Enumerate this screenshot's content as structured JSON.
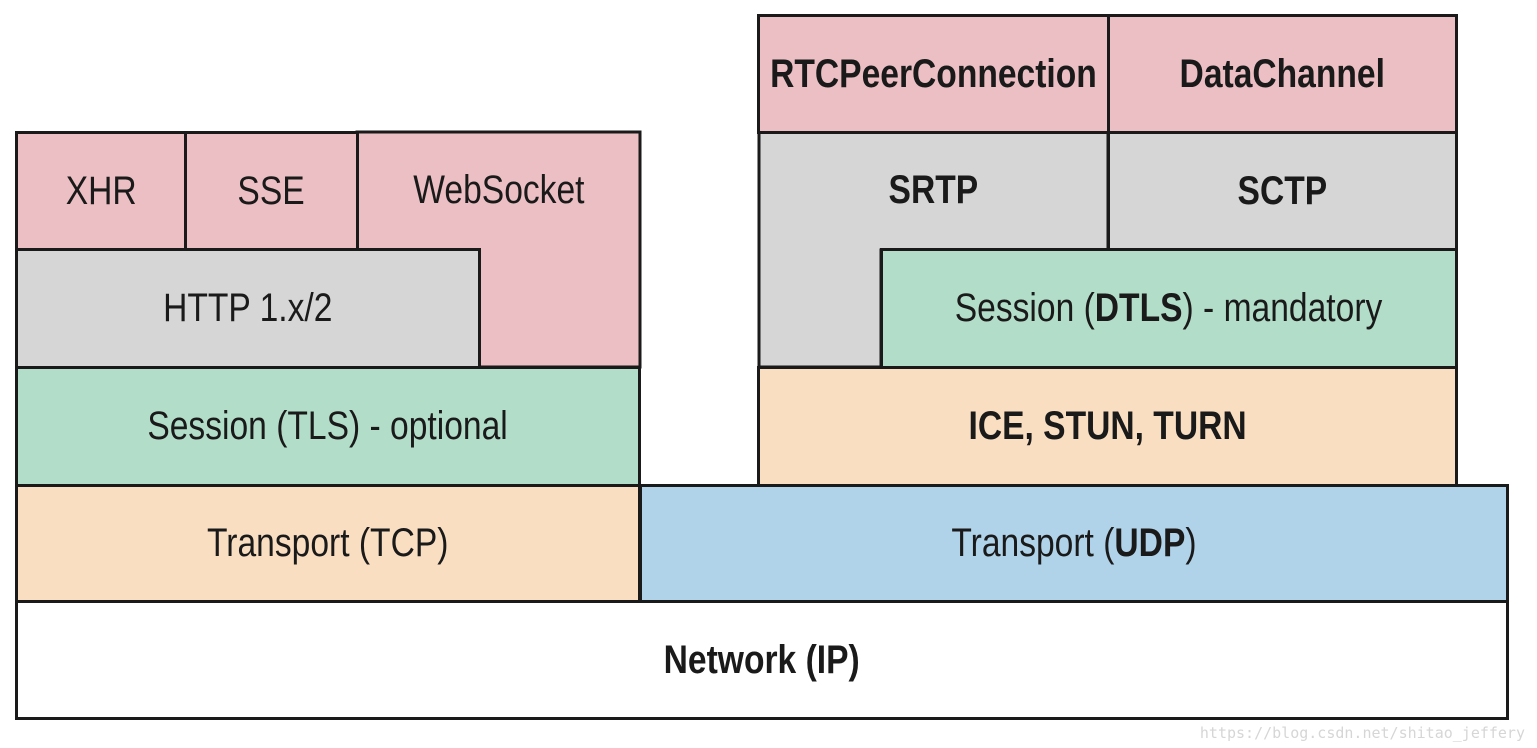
{
  "left_stack": {
    "xhr": "XHR",
    "sse": "SSE",
    "websocket": "WebSocket",
    "http": "HTTP 1.x/2",
    "tls_session": "Session (TLS) - optional",
    "tcp_transport": "Transport (TCP)"
  },
  "right_stack": {
    "rtcpeerconnection": "RTCPeerConnection",
    "datachannel": "DataChannel",
    "srtp": "SRTP",
    "sctp": "SCTP",
    "dtls_prefix": "Session (",
    "dtls_bold": "DTLS",
    "dtls_suffix": ") - mandatory",
    "ice": "ICE, STUN, TURN",
    "udp_prefix": "Transport (",
    "udp_bold": "UDP",
    "udp_suffix": ")"
  },
  "network_prefix": "Network (IP)",
  "watermark": "https://blog.csdn.net/shitao_jeffery",
  "colors": {
    "api": "#ebbfc3",
    "protocol": "#d6d6d6",
    "session": "#b2ddc9",
    "transport_tcp": "#f9dec1",
    "transport_udp": "#b0d3ea",
    "network": "#ffffff"
  }
}
